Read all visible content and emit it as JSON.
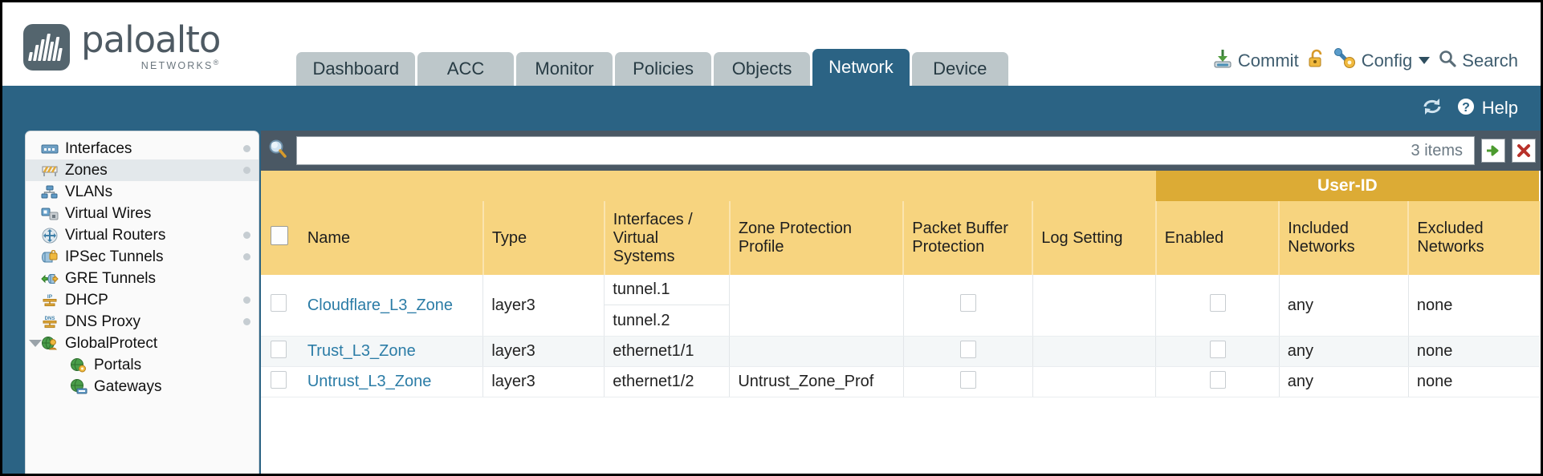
{
  "brand": {
    "name": "paloalto",
    "sub": "NETWORKS",
    "registered": "®"
  },
  "nav": {
    "tabs": [
      {
        "label": "Dashboard",
        "active": false
      },
      {
        "label": "ACC",
        "active": false
      },
      {
        "label": "Monitor",
        "active": false
      },
      {
        "label": "Policies",
        "active": false
      },
      {
        "label": "Objects",
        "active": false
      },
      {
        "label": "Network",
        "active": true
      },
      {
        "label": "Device",
        "active": false
      }
    ]
  },
  "header_actions": {
    "commit": {
      "label": "Commit",
      "icon": "commit-download-icon"
    },
    "lock": {
      "icon": "unlock-padlock-icon"
    },
    "config": {
      "label": "Config",
      "icon": "config-wrench-key-icon",
      "caret": "chevron-down-icon"
    },
    "search": {
      "label": "Search",
      "icon": "search-magnifier-icon"
    }
  },
  "bluebar": {
    "refresh": {
      "icon": "refresh-icon"
    },
    "help": {
      "label": "Help",
      "icon": "help-question-icon"
    }
  },
  "sidebar": {
    "items": [
      {
        "label": "Interfaces",
        "icon": "interfaces-icon",
        "selected": false,
        "dot": true,
        "child": false,
        "expander": false
      },
      {
        "label": "Zones",
        "icon": "zones-icon",
        "selected": true,
        "dot": true,
        "child": false,
        "expander": false
      },
      {
        "label": "VLANs",
        "icon": "vlans-icon",
        "selected": false,
        "dot": false,
        "child": false,
        "expander": false
      },
      {
        "label": "Virtual Wires",
        "icon": "virtual-wires-icon",
        "selected": false,
        "dot": false,
        "child": false,
        "expander": false
      },
      {
        "label": "Virtual Routers",
        "icon": "virtual-routers-icon",
        "selected": false,
        "dot": true,
        "child": false,
        "expander": false
      },
      {
        "label": "IPSec Tunnels",
        "icon": "ipsec-tunnels-icon",
        "selected": false,
        "dot": true,
        "child": false,
        "expander": false
      },
      {
        "label": "GRE Tunnels",
        "icon": "gre-tunnels-icon",
        "selected": false,
        "dot": false,
        "child": false,
        "expander": false
      },
      {
        "label": "DHCP",
        "icon": "dhcp-icon",
        "selected": false,
        "dot": true,
        "child": false,
        "expander": false
      },
      {
        "label": "DNS Proxy",
        "icon": "dns-proxy-icon",
        "selected": false,
        "dot": true,
        "child": false,
        "expander": false
      },
      {
        "label": "GlobalProtect",
        "icon": "globalprotect-icon",
        "selected": false,
        "dot": false,
        "child": false,
        "expander": true
      },
      {
        "label": "Portals",
        "icon": "portals-icon",
        "selected": false,
        "dot": false,
        "child": true,
        "expander": false
      },
      {
        "label": "Gateways",
        "icon": "gateways-icon",
        "selected": false,
        "dot": false,
        "child": true,
        "expander": false
      }
    ]
  },
  "search": {
    "value": "",
    "placeholder": "",
    "items_count": "3 items",
    "apply_icon": "green-arrow-apply-icon",
    "clear_icon": "red-x-clear-icon",
    "magnifier_icon": "search-magnifier-icon"
  },
  "table": {
    "group_header": {
      "userid": "User-ID"
    },
    "columns": [
      "Name",
      "Type",
      "Interfaces / Virtual Systems",
      "Zone Protection Profile",
      "Packet Buffer Protection",
      "Log Setting",
      "Enabled",
      "Included Networks",
      "Excluded Networks"
    ],
    "rows": [
      {
        "name": "Cloudflare_L3_Zone",
        "type": "layer3",
        "interfaces": [
          "tunnel.1",
          "tunnel.2"
        ],
        "zone_protection_profile": "",
        "packet_buffer_protection": false,
        "log_setting": "",
        "userid_enabled": false,
        "included_networks": "any",
        "excluded_networks": "none"
      },
      {
        "name": "Trust_L3_Zone",
        "type": "layer3",
        "interfaces": [
          "ethernet1/1"
        ],
        "zone_protection_profile": "",
        "packet_buffer_protection": false,
        "log_setting": "",
        "userid_enabled": false,
        "included_networks": "any",
        "excluded_networks": "none"
      },
      {
        "name": "Untrust_L3_Zone",
        "type": "layer3",
        "interfaces": [
          "ethernet1/2"
        ],
        "zone_protection_profile": "Untrust_Zone_Prof",
        "packet_buffer_protection": false,
        "log_setting": "",
        "userid_enabled": false,
        "included_networks": "any",
        "excluded_networks": "none"
      }
    ]
  },
  "colors": {
    "brand_blue": "#2b6384",
    "header_amber": "#f7d47f",
    "group_amber": "#dcab35",
    "link_blue": "#2b7ca6",
    "toolbar_slate": "#4a5864"
  }
}
